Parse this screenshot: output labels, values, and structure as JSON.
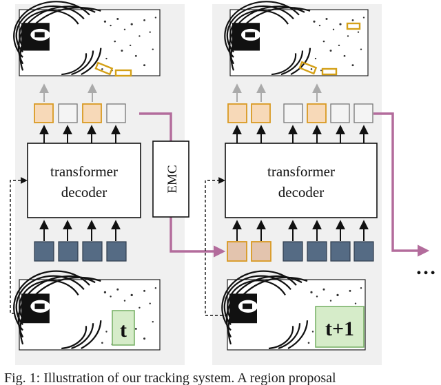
{
  "panels": [
    {
      "decoder_label_line1": "transformer",
      "decoder_label_line2": "decoder",
      "time_label": "t"
    },
    {
      "decoder_label_line1": "transformer",
      "decoder_label_line2": "decoder",
      "time_label": "t+1"
    }
  ],
  "emc_label": "EMC",
  "continuation": "…",
  "caption": "Fig. 1: Illustration of our tracking system. A region proposal",
  "colors": {
    "panel_bg": "#f0f0f0",
    "track_query": "#f7d9b8",
    "track_border": "#d99a22",
    "empty_query": "#f4f4f4",
    "object_query": "#556b84",
    "propagated_query": "#e3c4ae",
    "emc_arrow": "#b36c9c",
    "time_box": "#d6ecc9",
    "time_border": "#7bb36a",
    "box_annotation": "#d4a017"
  }
}
